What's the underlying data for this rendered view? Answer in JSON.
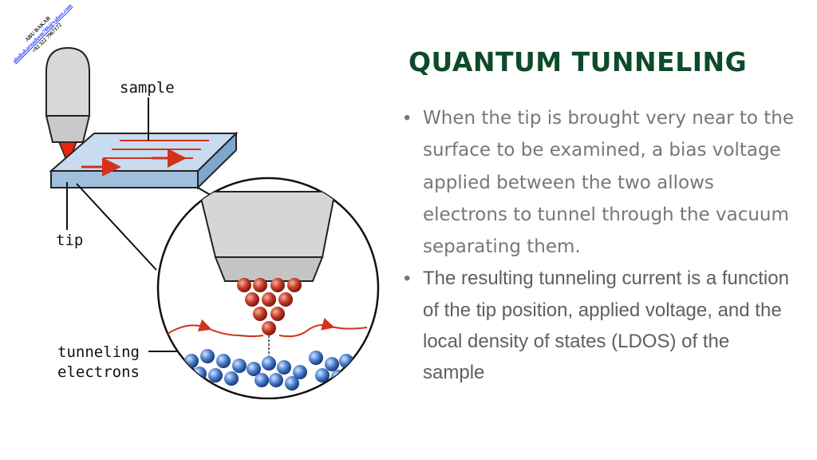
{
  "slide": {
    "title": "QUANTUM TUNNELING",
    "bullets": [
      "When the tip is brought very near to the surface to be examined, a bias voltage applied between the two allows electrons to tunnel through the vacuum separating them.",
      "The resulting tunneling current is a function of the tip position, applied voltage, and the local density of states (LDOS) of the sample"
    ],
    "bullet_marker": "•"
  },
  "diagram": {
    "label_sample": "sample",
    "label_tip": "tip",
    "label_tunneling_line1": "tunneling",
    "label_tunneling_line2": "electrons"
  },
  "watermark": {
    "name": "ABU BAKAR",
    "email": "abubakarnadeem786@yahoo.com",
    "phone": "+92 322 7967172"
  },
  "colors": {
    "title": "#0d4b2a",
    "body_text": "#5f5f5f",
    "tip_red": "#e02810",
    "sample_blue": "#c9dcef",
    "atom_red": "#c23a25",
    "atom_blue": "#3f77c9"
  }
}
